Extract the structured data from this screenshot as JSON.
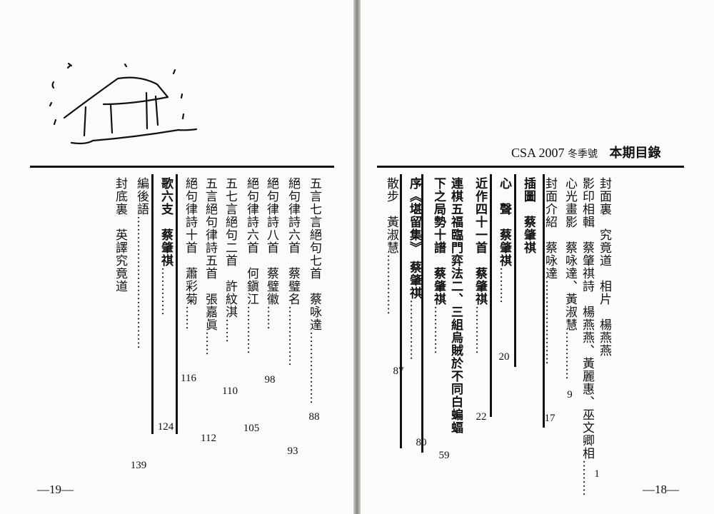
{
  "header": {
    "journal": "CSA 2007",
    "issue": "冬季號",
    "title": "本期目錄"
  },
  "right_page": {
    "folio": "—18—",
    "entries": [
      {
        "text": "封面裏　究竟道　相片　楊燕燕",
        "page": ""
      },
      {
        "text": "影印相輯　蔡肇祺詩　楊燕燕、黃麗惠、巫文卿相",
        "page": "1"
      },
      {
        "text": "心光畫影　蔡咏達、黃淑慧",
        "page": "9"
      },
      {
        "text": "封面介紹　蔡咏達",
        "page": "17"
      },
      {
        "text": "插圖　蔡肇祺",
        "page": ""
      },
      {
        "text": "心　聲　蔡肇祺",
        "page": "20"
      },
      {
        "text": "近作四十一首　蔡肇祺",
        "page": "22"
      },
      {
        "text": "連棋五福臨門弈法二、三組烏賊於不同白蝙蝠",
        "page": ""
      },
      {
        "text": "下之局勢十譜　蔡肇祺",
        "page": "59"
      },
      {
        "text": "序《堪留集》　蔡肇祺",
        "page": "80"
      },
      {
        "text": "散步　黃淑慧",
        "page": "87"
      }
    ]
  },
  "left_page": {
    "folio": "—19—",
    "entries": [
      {
        "text": "五言七言絕句七首　蔡咏達",
        "page": "88"
      },
      {
        "text": "絕句律詩六首　蔡璧名",
        "page": "93"
      },
      {
        "text": "絕句律詩八首　蔡璧徽",
        "page": "98"
      },
      {
        "text": "絕句律詩六首　何鎭江",
        "page": "105"
      },
      {
        "text": "五七言絕句二首　許紋淇",
        "page": "110"
      },
      {
        "text": "五言絕句律詩五首　張嘉眞",
        "page": "112"
      },
      {
        "text": "絕句律詩十首　蕭彩菊",
        "page": "116"
      },
      {
        "text": "歌六支　蔡肇祺",
        "page": "124"
      },
      {
        "text": "編後語",
        "page": "139"
      },
      {
        "text": "封底裏　英譯究竟道",
        "page": ""
      }
    ]
  }
}
